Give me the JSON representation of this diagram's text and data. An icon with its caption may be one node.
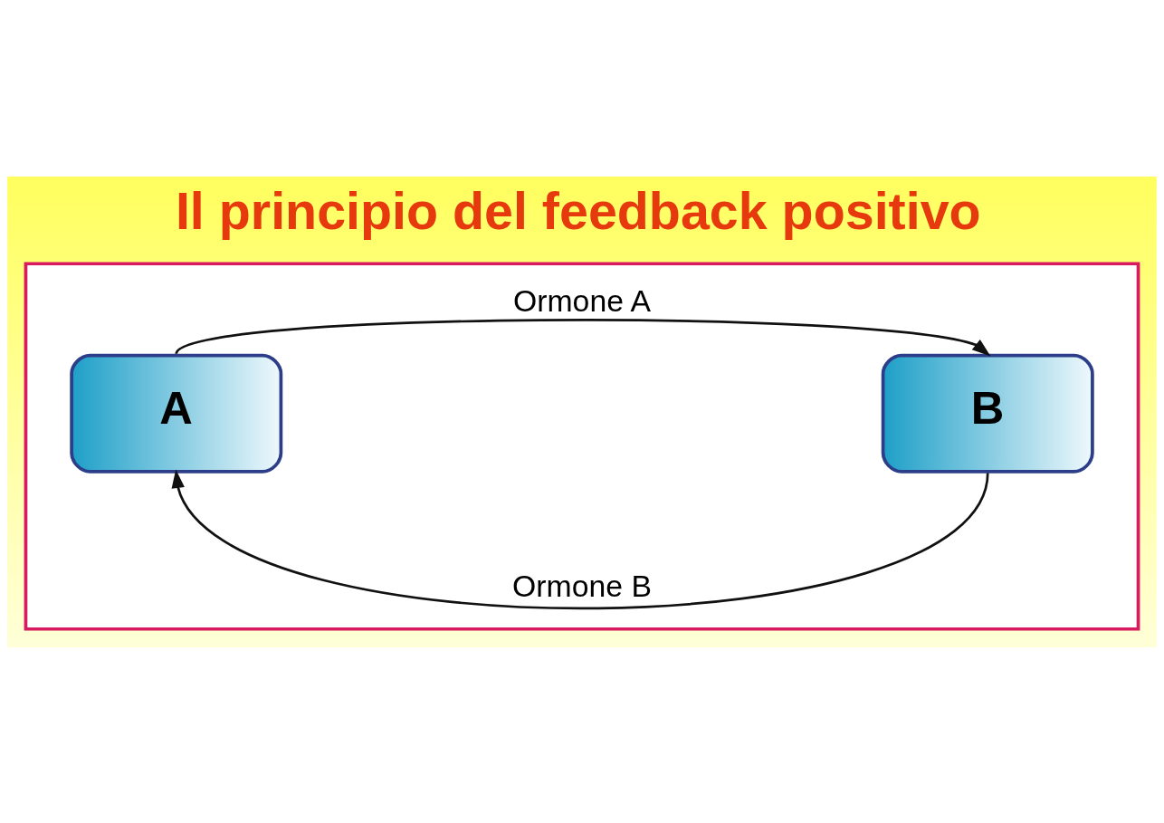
{
  "diagram": {
    "title": "Il principio del feedback positivo",
    "nodes": [
      {
        "text": [],
        "shape": "box"
      },
      {
        "text": [
          "A"
        ],
        "in": 0
      },
      {
        "text": [
          "B"
        ],
        "in": 0
      }
    ],
    "edges": [
      {
        "from": 1,
        "to": 2,
        "arrow": "to",
        "label": "Ormone A"
      },
      {
        "from": 2,
        "to": 1,
        "arrow": "to",
        "label": "Ormone B"
      }
    ]
  }
}
